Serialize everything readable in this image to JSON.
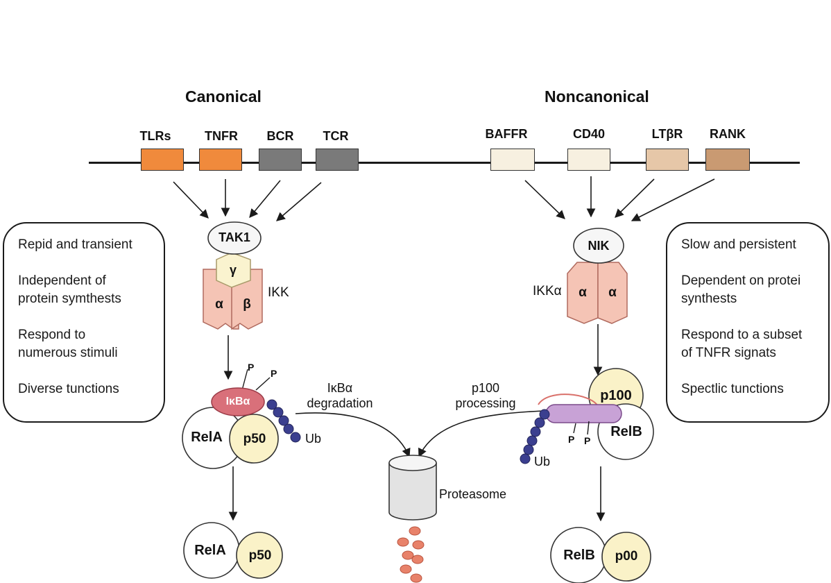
{
  "titles": {
    "canonical": "Canonical",
    "noncanonical": "Noncanonical"
  },
  "receptors": {
    "canonical": [
      {
        "label": "TLRs",
        "color": "#f08a3c"
      },
      {
        "label": "TNFR",
        "color": "#f08a3c"
      },
      {
        "label": "BCR",
        "color": "#7a7a7a"
      },
      {
        "label": "TCR",
        "color": "#7a7a7a"
      }
    ],
    "noncanonical": [
      {
        "label": "BAFFR",
        "color": "#f7f0e0"
      },
      {
        "label": "CD40",
        "color": "#f7f0e0"
      },
      {
        "label": "LTβR",
        "color": "#e6c7a8"
      },
      {
        "label": "RANK",
        "color": "#c99a72"
      }
    ]
  },
  "canonical": {
    "kinase": "TAK1",
    "ikk_gamma": "γ",
    "ikk_alpha": "α",
    "ikk_beta": "β",
    "ikk_label": "IKK",
    "ikb": "IκBα",
    "p_label": "P",
    "ub_label": "Ub",
    "rela": "RelA",
    "p50": "p50",
    "degradation_label": "IκBα\ndegradation"
  },
  "noncanonical": {
    "kinase": "NIK",
    "ikka_label": "IKKα",
    "ikk_alpha": "α",
    "p100": "p100",
    "p_label": "P",
    "ub_label": "Ub",
    "relb": "RelB",
    "p00": "p00",
    "processing_label": "p100\nprocessing"
  },
  "proteasome_label": "Proteasome",
  "left_box": [
    "Repid and transient",
    "Independent of\nprotein symthests",
    "Respond to\nnumerous stimuli",
    "Diverse tunctions"
  ],
  "right_box": [
    "Slow and persistent",
    "Dependent on protei\nsynthests",
    "Respond to a subset\nof TNFR signats",
    "Spectlic tunctions"
  ],
  "colors": {
    "orange_receptor": "#f08a3c",
    "gray_receptor": "#7a7a7a",
    "ikk_pink": "#f5c4b5",
    "gamma_yellow": "#faf3cf",
    "ikb_red": "#d9707a",
    "ub_blue": "#3b3f8f",
    "p100_purple": "#c8a2d6",
    "p50_yellow": "#faf2c8",
    "fragment_salmon": "#e8826a"
  }
}
